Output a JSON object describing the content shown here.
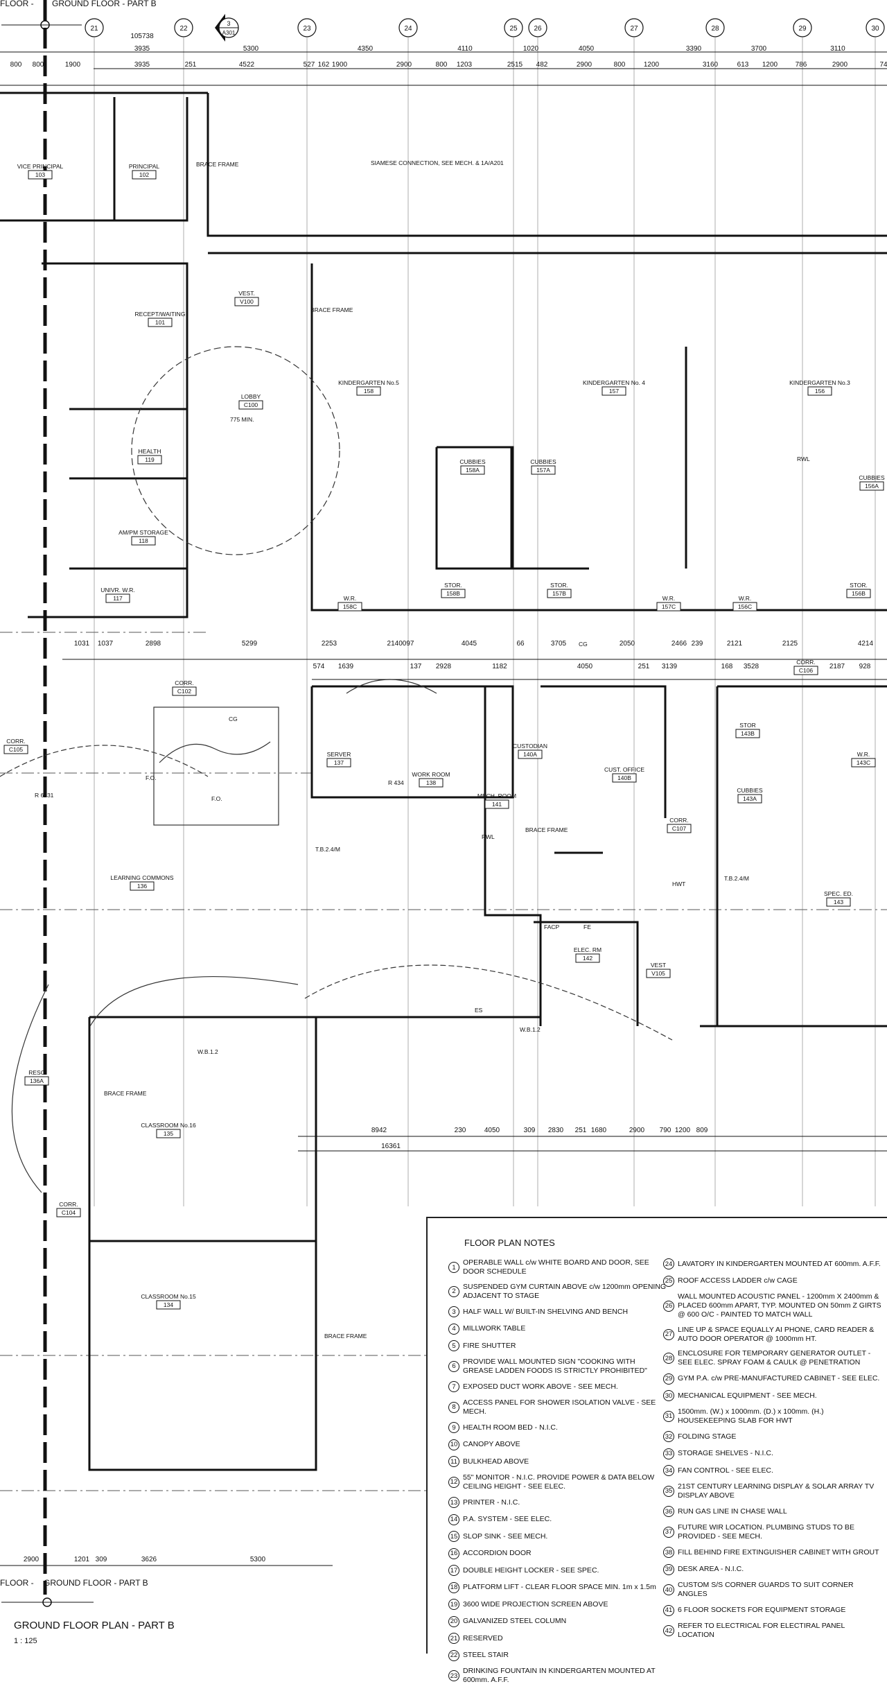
{
  "match_line": {
    "left_label": "FLOOR -",
    "right_label": "GROUND FLOOR - PART B"
  },
  "grid_bubbles": [
    "21",
    "22",
    "23",
    "24",
    "25",
    "26",
    "27",
    "28",
    "29",
    "30"
  ],
  "section_marker": {
    "number": "3",
    "sheet": "A301"
  },
  "dimensions": {
    "top_overall": [
      "105738"
    ],
    "top_row2": [
      "3935",
      "5300",
      "4350",
      "4110",
      "1020",
      "4050",
      "3390",
      "3700",
      "3110"
    ],
    "top_row3": [
      "800",
      "800",
      "1900",
      "3935",
      "251",
      "4522",
      "527",
      "162",
      "1900",
      "2900",
      "800",
      "1203",
      "2515",
      "482",
      "2900",
      "800",
      "1200",
      "3160",
      "613",
      "1200",
      "786",
      "2900",
      "74"
    ],
    "corridor_row1": [
      "1031",
      "1037",
      "2898",
      "5299",
      "2253",
      "2140097",
      "4045",
      "66",
      "3705",
      "2050",
      "2466",
      "239",
      "2121",
      "2125",
      "4214"
    ],
    "corridor_row2": [
      "574",
      "1639",
      "137",
      "2928",
      "1182",
      "4050",
      "251",
      "3139",
      "168",
      "3528",
      "2187",
      "928"
    ],
    "south_row1": [
      "8942",
      "230",
      "4050",
      "309",
      "2830",
      "251",
      "1680",
      "2900",
      "790",
      "1200",
      "809"
    ],
    "south_row2": [
      "16361"
    ],
    "bottom_row": [
      "2900",
      "1201",
      "309",
      "3626",
      "5300"
    ]
  },
  "rooms": [
    {
      "name": "VICE PRINCIPAL",
      "number": "103"
    },
    {
      "name": "PRINCIPAL",
      "number": "102"
    },
    {
      "name": "RECEPT/WAITING",
      "number": "101"
    },
    {
      "name": "VEST.",
      "number": "V100"
    },
    {
      "name": "LOBBY",
      "number": "C100"
    },
    {
      "name": "KINDERGARTEN No.5",
      "number": "158"
    },
    {
      "name": "KINDERGARTEN No. 4",
      "number": "157"
    },
    {
      "name": "KINDERGARTEN No.3",
      "number": "156"
    },
    {
      "name": "HEALTH",
      "number": "119"
    },
    {
      "name": "AM/PM STORAGE",
      "number": "118"
    },
    {
      "name": "UNIVR. W.R.",
      "number": "117"
    },
    {
      "name": "CUBBIES",
      "number": "158A"
    },
    {
      "name": "CUBBIES",
      "number": "157A"
    },
    {
      "name": "CUBBIES",
      "number": "156A"
    },
    {
      "name": "CUBBIES",
      "number": "143A"
    },
    {
      "name": "STOR.",
      "number": "158B"
    },
    {
      "name": "STOR.",
      "number": "157B"
    },
    {
      "name": "STOR.",
      "number": "156B"
    },
    {
      "name": "STOR",
      "number": "143B"
    },
    {
      "name": "W.R.",
      "number": "158C"
    },
    {
      "name": "W.R.",
      "number": "157C"
    },
    {
      "name": "W.R.",
      "number": "156C"
    },
    {
      "name": "W.R.",
      "number": "143C"
    },
    {
      "name": "CORR.",
      "number": "C102"
    },
    {
      "name": "CORR.",
      "number": "C105"
    },
    {
      "name": "CORR.",
      "number": "C106"
    },
    {
      "name": "CORR.",
      "number": "C107"
    },
    {
      "name": "CORR.",
      "number": "C104"
    },
    {
      "name": "SERVER",
      "number": "137"
    },
    {
      "name": "WORK ROOM",
      "number": "138"
    },
    {
      "name": "CUSTODIAN",
      "number": "140A"
    },
    {
      "name": "CUST. OFFICE",
      "number": "140B"
    },
    {
      "name": "MECH. ROOM",
      "number": "141"
    },
    {
      "name": "LEARNING COMMONS",
      "number": "136"
    },
    {
      "name": "ELEC. RM",
      "number": "142"
    },
    {
      "name": "SPEC. ED.",
      "number": "143"
    },
    {
      "name": "CLASSROOM No.16",
      "number": "135"
    },
    {
      "name": "CLASSROOM No.15",
      "number": "134"
    },
    {
      "name": "RESC",
      "number": "136A"
    },
    {
      "name": "VEST",
      "number": "V105"
    }
  ],
  "annotations": [
    "SIAMESE CONNECTION, SEE MECH. & 1A/A201",
    "BRACE FRAME",
    "BRACE FRAME",
    "BRACE FRAME",
    "BRACE FRAME",
    "BRACE FRAME",
    "W.B.1.2",
    "W.B.1.2",
    "T.B.2.4/M",
    "T.B.2.4/M",
    "RWL",
    "RWL",
    "CG",
    "CG",
    "FE",
    "ES",
    "HWT",
    "FACP",
    "775 MIN.",
    "R 434",
    "R 6631",
    "F.O.",
    "F.O."
  ],
  "notes": {
    "title": "FLOOR PLAN NOTES",
    "items": [
      {
        "n": "1",
        "text": "OPERABLE WALL c/w WHITE BOARD AND DOOR, SEE DOOR SCHEDULE"
      },
      {
        "n": "2",
        "text": "SUSPENDED GYM CURTAIN ABOVE c/w 1200mm OPENING ADJACENT TO STAGE"
      },
      {
        "n": "3",
        "text": "HALF WALL W/ BUILT-IN SHELVING AND BENCH"
      },
      {
        "n": "4",
        "text": "MILLWORK TABLE"
      },
      {
        "n": "5",
        "text": "FIRE SHUTTER"
      },
      {
        "n": "6",
        "text": "PROVIDE WALL MOUNTED SIGN \"COOKING WITH GREASE LADDEN FOODS IS STRICTLY PROHIBITED\""
      },
      {
        "n": "7",
        "text": "EXPOSED DUCT WORK ABOVE - SEE MECH."
      },
      {
        "n": "8",
        "text": "ACCESS PANEL FOR SHOWER ISOLATION VALVE - SEE MECH."
      },
      {
        "n": "9",
        "text": "HEALTH ROOM BED - N.I.C."
      },
      {
        "n": "10",
        "text": "CANOPY ABOVE"
      },
      {
        "n": "11",
        "text": "BULKHEAD ABOVE"
      },
      {
        "n": "12",
        "text": "55\" MONITOR - N.I.C. PROVIDE POWER & DATA  BELOW CEILING HEIGHT - SEE ELEC."
      },
      {
        "n": "13",
        "text": "PRINTER - N.I.C."
      },
      {
        "n": "14",
        "text": "P.A. SYSTEM - SEE ELEC."
      },
      {
        "n": "15",
        "text": "SLOP SINK - SEE MECH."
      },
      {
        "n": "16",
        "text": "ACCORDION DOOR"
      },
      {
        "n": "17",
        "text": "DOUBLE HEIGHT LOCKER - SEE SPEC."
      },
      {
        "n": "18",
        "text": "PLATFORM LIFT - CLEAR FLOOR SPACE MIN. 1m x 1.5m"
      },
      {
        "n": "19",
        "text": "3600 WIDE PROJECTION SCREEN ABOVE"
      },
      {
        "n": "20",
        "text": "GALVANIZED STEEL COLUMN"
      },
      {
        "n": "21",
        "text": "RESERVED"
      },
      {
        "n": "22",
        "text": "STEEL STAIR"
      },
      {
        "n": "23",
        "text": "DRINKING FOUNTAIN IN KINDERGARTEN MOUNTED AT 600mm. A.F.F."
      },
      {
        "n": "24",
        "text": "LAVATORY IN KINDERGARTEN MOUNTED AT 600mm. A.F.F."
      },
      {
        "n": "25",
        "text": "ROOF ACCESS LADDER c/w CAGE"
      },
      {
        "n": "26",
        "text": "WALL MOUNTED ACOUSTIC PANEL - 1200mm X 2400mm & PLACED 600mm APART, TYP. MOUNTED ON 50mm Z GIRTS @ 600 O/C - PAINTED TO MATCH WALL"
      },
      {
        "n": "27",
        "text": "LINE UP & SPACE EQUALLY AI PHONE, CARD READER & AUTO DOOR OPERATOR @ 1000mm HT."
      },
      {
        "n": "28",
        "text": "ENCLOSURE FOR TEMPORARY GENERATOR OUTLET - SEE ELEC. SPRAY FOAM & CAULK @ PENETRATION"
      },
      {
        "n": "29",
        "text": "GYM P.A. c/w PRE-MANUFACTURED CABINET - SEE ELEC."
      },
      {
        "n": "30",
        "text": "MECHANICAL EQUIPMENT - SEE MECH."
      },
      {
        "n": "31",
        "text": "1500mm. (W.) x 1000mm. (D.) x 100mm. (H.) HOUSEKEEPING SLAB FOR HWT"
      },
      {
        "n": "32",
        "text": "FOLDING STAGE"
      },
      {
        "n": "33",
        "text": "STORAGE SHELVES - N.I.C."
      },
      {
        "n": "34",
        "text": "FAN CONTROL - SEE ELEC."
      },
      {
        "n": "35",
        "text": "21ST CENTURY LEARNING DISPLAY & SOLAR ARRAY TV DISPLAY ABOVE"
      },
      {
        "n": "36",
        "text": "RUN GAS LINE IN CHASE WALL"
      },
      {
        "n": "37",
        "text": "FUTURE WIR LOCATION. PLUMBING STUDS TO BE PROVIDED - SEE MECH."
      },
      {
        "n": "38",
        "text": "FILL BEHIND FIRE EXTINGUISHER CABINET WITH GROUT"
      },
      {
        "n": "39",
        "text": "DESK AREA - N.I.C."
      },
      {
        "n": "40",
        "text": "CUSTOM S/S CORNER GUARDS TO SUIT CORNER ANGLES"
      },
      {
        "n": "41",
        "text": "6 FLOOR SOCKETS FOR EQUIPMENT STORAGE"
      },
      {
        "n": "42",
        "text": "REFER TO ELECTRICAL FOR ELECTIRAL PANEL LOCATION"
      }
    ]
  },
  "plan_title": "GROUND FLOOR PLAN - PART B",
  "plan_scale": "1 : 125"
}
